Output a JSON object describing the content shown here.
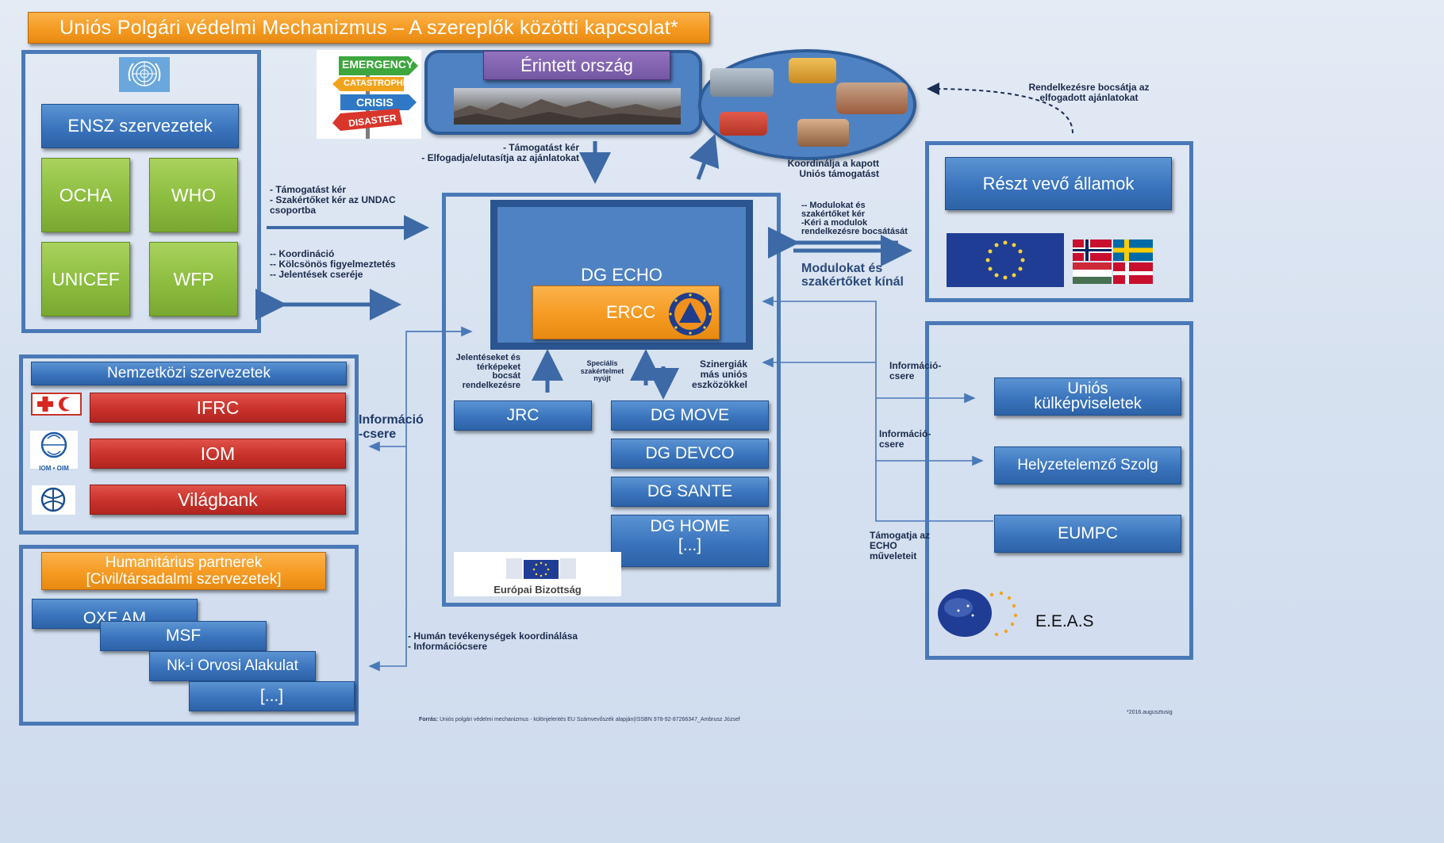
{
  "title": "Uniós Polgári védelmi Mechanizmus – A szereplők közötti kapcsolat*",
  "un_panel": {
    "header": "ENSZ szervezetek",
    "items": [
      "OCHA",
      "WHO",
      "UNICEF",
      "WFP"
    ]
  },
  "international_panel": {
    "header": "Nemzetközi szervezetek",
    "items": [
      "IFRC",
      "IOM",
      "Világbank"
    ],
    "iom_logo_text": "IOM • OIM"
  },
  "humanitarian_panel": {
    "header_line1": "Humanitárius partnerek",
    "header_line2": "[Civil/társadalmi szervezetek]",
    "items": [
      "OXF AM",
      "MSF",
      "Nk-i Orvosi Alakulat",
      "[...]"
    ]
  },
  "affected_country": {
    "label": "Érintett ország",
    "signs": [
      "EMERGENCY",
      "CATASTROPHE",
      "CRISIS",
      "DISASTER"
    ]
  },
  "center": {
    "dg_echo": "DG ECHO",
    "ercc": "ERCC",
    "jrc": "JRC",
    "dgs": [
      "DG MOVE",
      "DG DEVCO",
      "DG SANTE"
    ],
    "dg_home_line1": "DG HOME",
    "dg_home_line2": "[...]",
    "commission_label": "Európai Bizottság"
  },
  "right_top": {
    "header": "Részt vevő államok"
  },
  "right_bottom": {
    "items": [
      "Uniós külképviseletek",
      "Helyzetelemző Szolg",
      "EUMPC"
    ],
    "eeas": "E.E.A.S"
  },
  "notes": {
    "support_request": [
      "- Támogatást kér",
      "- Elfogadja/elutasítja az ajánlatokat"
    ],
    "coordinate_support": [
      "Koordinálja a kapott",
      "Uniós támogatást"
    ],
    "offers_accepted": [
      "Rendelkezésre bocsátja az",
      "elfogadott ajánlatokat"
    ],
    "un_request": [
      "- Támogatást kér",
      "- Szakértőket kér az UNDAC",
      "csoportba"
    ],
    "un_coord": [
      "-- Koordináció",
      "-- Kölcsönös figyelmeztetés",
      "-- Jelentések cseréje"
    ],
    "modules_request": [
      "-- Modulokat és",
      "szakértőket kér",
      "-Kéri a modulok",
      "rendelkezésre bocsátását"
    ],
    "modules_offer": [
      "Modulokat és",
      "szakértőket kínál"
    ],
    "reports_maps": [
      "Jelentéseket és",
      "térképeket",
      "bocsát",
      "rendelkezésre"
    ],
    "special_expertise": [
      "Speciális",
      "szakértelmet",
      "nyújt"
    ],
    "synergies": [
      "Szinergiák",
      "más uniós",
      "eszközökkel"
    ],
    "info_exchange_1": [
      "Információ-",
      "csere"
    ],
    "info_exchange_2": [
      "Információ-",
      "csere"
    ],
    "info_exchange_left": [
      "Információ",
      "-csere"
    ],
    "supports_echo": [
      "Támogatja az",
      "ECHO",
      "műveleteit"
    ],
    "humanitarian_coord": [
      "- Humán tevékenységek koordinálása",
      "- Információcsere"
    ]
  },
  "footer": {
    "source_label": "Forrás:",
    "source_text": "Uniós polgári védelmi mechanizmus - különjelentés  EU Számvevőszék alapján(ISSBN 978-92-87266347_Ambrusz József",
    "date_note": "*2016.augusztusig"
  },
  "colors": {
    "panel_border": "#4a79b8",
    "blue_button": "#3a74bd",
    "green_button": "#8cbd3f",
    "red_button": "#c8322b",
    "orange_button": "#f59a22",
    "purple_button": "#7b5aa6",
    "arrow": "#3d6aa6"
  }
}
